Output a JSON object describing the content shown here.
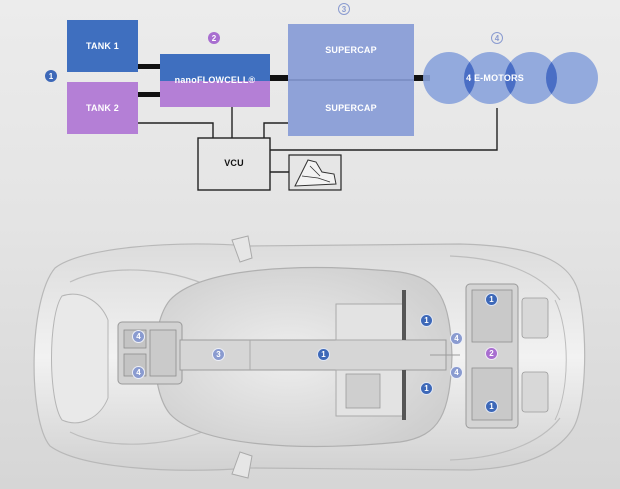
{
  "colors": {
    "tank1": "#3f6fbf",
    "tank2": "#b47fd6",
    "cell_top": "#3f6fbf",
    "cell_bottom": "#b47fd6",
    "supercap": "#8fa2d8",
    "motor": "#8aa3dc",
    "badge_blue": "#3d68b8",
    "badge_purple": "#a86ed0",
    "badge_slate": "#8a9bd0"
  },
  "diagram": {
    "tank1": "TANK 1",
    "tank2": "TANK 2",
    "flowcell": "nanoFLOWCELL®",
    "supercap_top": "SUPERCAP",
    "supercap_bottom": "SUPERCAP",
    "vcu": "VCU",
    "motors": "4 E-MOTORS",
    "callouts": {
      "c1": "1",
      "c2": "2",
      "c3": "3",
      "c4": "4"
    }
  },
  "car": {
    "callouts": {
      "rear_left_top": "4",
      "rear_left_bottom": "4",
      "supercap_mid": "3",
      "tunnel_mid": "1",
      "right_top": "1",
      "right_low": "1",
      "right_edge_top": "4",
      "right_edge_bottom": "4",
      "front_top": "1",
      "front_mid": "2",
      "front_bottom": "1"
    }
  }
}
